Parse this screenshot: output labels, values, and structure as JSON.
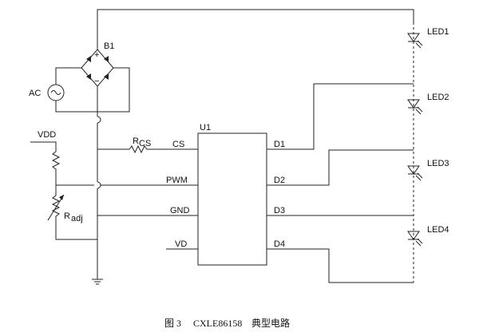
{
  "labels": {
    "b1": "B1",
    "ac": "AC",
    "vdd": "VDD",
    "rcs_main": "R",
    "rcs_sub": "CS",
    "radj_main": "R",
    "radj_sub": "adj",
    "u1": "U1",
    "pin_cs": "CS",
    "pin_pwm": "PWM",
    "pin_gnd": "GND",
    "pin_vd": "VD",
    "pin_d1": "D1",
    "pin_d2": "D2",
    "pin_d3": "D3",
    "pin_d4": "D4",
    "led1": "LED1",
    "led2": "LED2",
    "led3": "LED3",
    "led4": "LED4",
    "bridge_plus": "+",
    "bridge_minus": "−"
  },
  "caption": {
    "fig": "图 3",
    "part": "CXLE86158",
    "title": "典型电路"
  }
}
